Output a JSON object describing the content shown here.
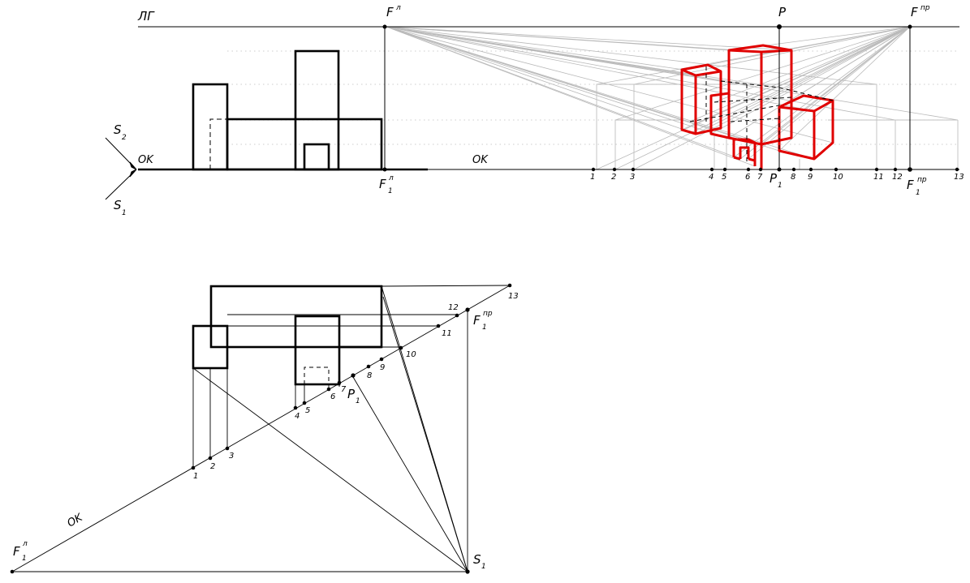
{
  "labels": {
    "horizon": "ЛГ",
    "f_left": "F",
    "f_left_sup": "л",
    "p": "P",
    "f_right": "F",
    "f_right_sup": "пр",
    "s2": "S",
    "s2_sub": "2",
    "s1": "S",
    "s1_sub": "1",
    "ok_left": "OK",
    "ok_right": "OK",
    "f1_left": "F",
    "f1_left_sub": "1",
    "f1_left_sup": "л",
    "p1": "P",
    "p1_sub": "1",
    "f1_right": "F",
    "f1_right_sub": "1",
    "f1_right_sup": "пр",
    "plan_ok": "OK",
    "plan_f1_left": "F",
    "plan_f1_left_sub": "1",
    "plan_f1_left_sup": "л",
    "plan_f1_right": "F",
    "plan_f1_right_sub": "1",
    "plan_f1_right_sup": "пр",
    "plan_p1": "P",
    "plan_p1_sub": "1",
    "plan_s1": "S",
    "plan_s1_sub": "1"
  },
  "ground_marks": [
    "1",
    "2",
    "3",
    "4",
    "5",
    "6",
    "7",
    "8",
    "9",
    "10",
    "11",
    "12",
    "13"
  ],
  "plan_marks": [
    "1",
    "2",
    "3",
    "4",
    "5",
    "6",
    "7",
    "8",
    "9",
    "10",
    "11",
    "12",
    "13"
  ],
  "colors": {
    "line": "#000000",
    "construction": "#b4b4b4",
    "perspective": "#e00000"
  }
}
